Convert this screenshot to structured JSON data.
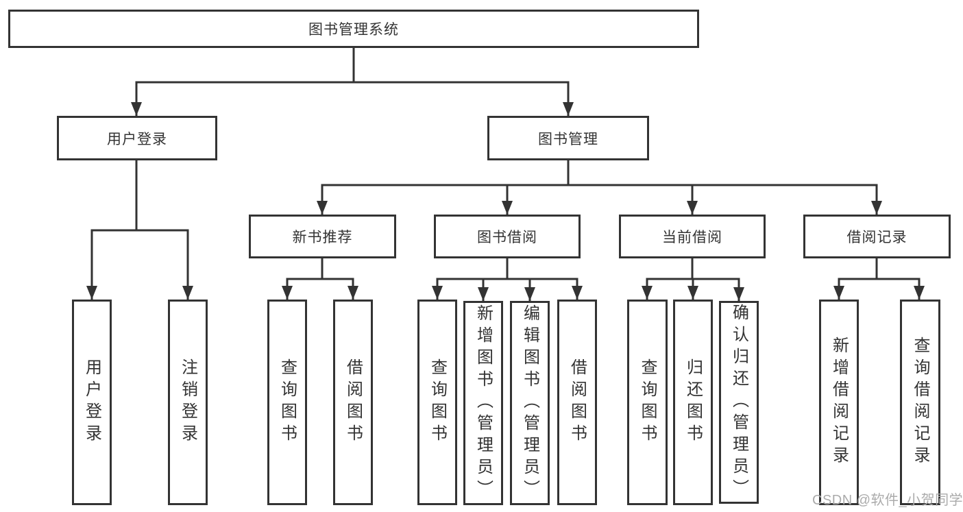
{
  "tree": {
    "root": {
      "label": "图书管理系统",
      "children": [
        {
          "label": "用户登录",
          "children": [
            {
              "label": "用户登录"
            },
            {
              "label": "注销登录"
            }
          ]
        },
        {
          "label": "图书管理",
          "children": [
            {
              "label": "新书推荐",
              "children": [
                {
                  "label": "查询图书"
                },
                {
                  "label": "借阅图书"
                }
              ]
            },
            {
              "label": "图书借阅",
              "children": [
                {
                  "label": "查询图书"
                },
                {
                  "label": "新增图书（管理员）"
                },
                {
                  "label": "编辑图书（管理员）"
                },
                {
                  "label": "借阅图书"
                }
              ]
            },
            {
              "label": "当前借阅",
              "children": [
                {
                  "label": "查询图书"
                },
                {
                  "label": "归还图书"
                },
                {
                  "label": "确认归还（管理员）"
                }
              ]
            },
            {
              "label": "借阅记录",
              "children": [
                {
                  "label": "新增借阅记录"
                },
                {
                  "label": "查询借阅记录"
                }
              ]
            }
          ]
        }
      ]
    }
  },
  "watermark": {
    "text": "CSDN @软件_小贺同学"
  },
  "colors": {
    "line": "#333333",
    "box_border": "#333333",
    "text": "#333333",
    "background": "#ffffff",
    "watermark": "#ababab"
  }
}
